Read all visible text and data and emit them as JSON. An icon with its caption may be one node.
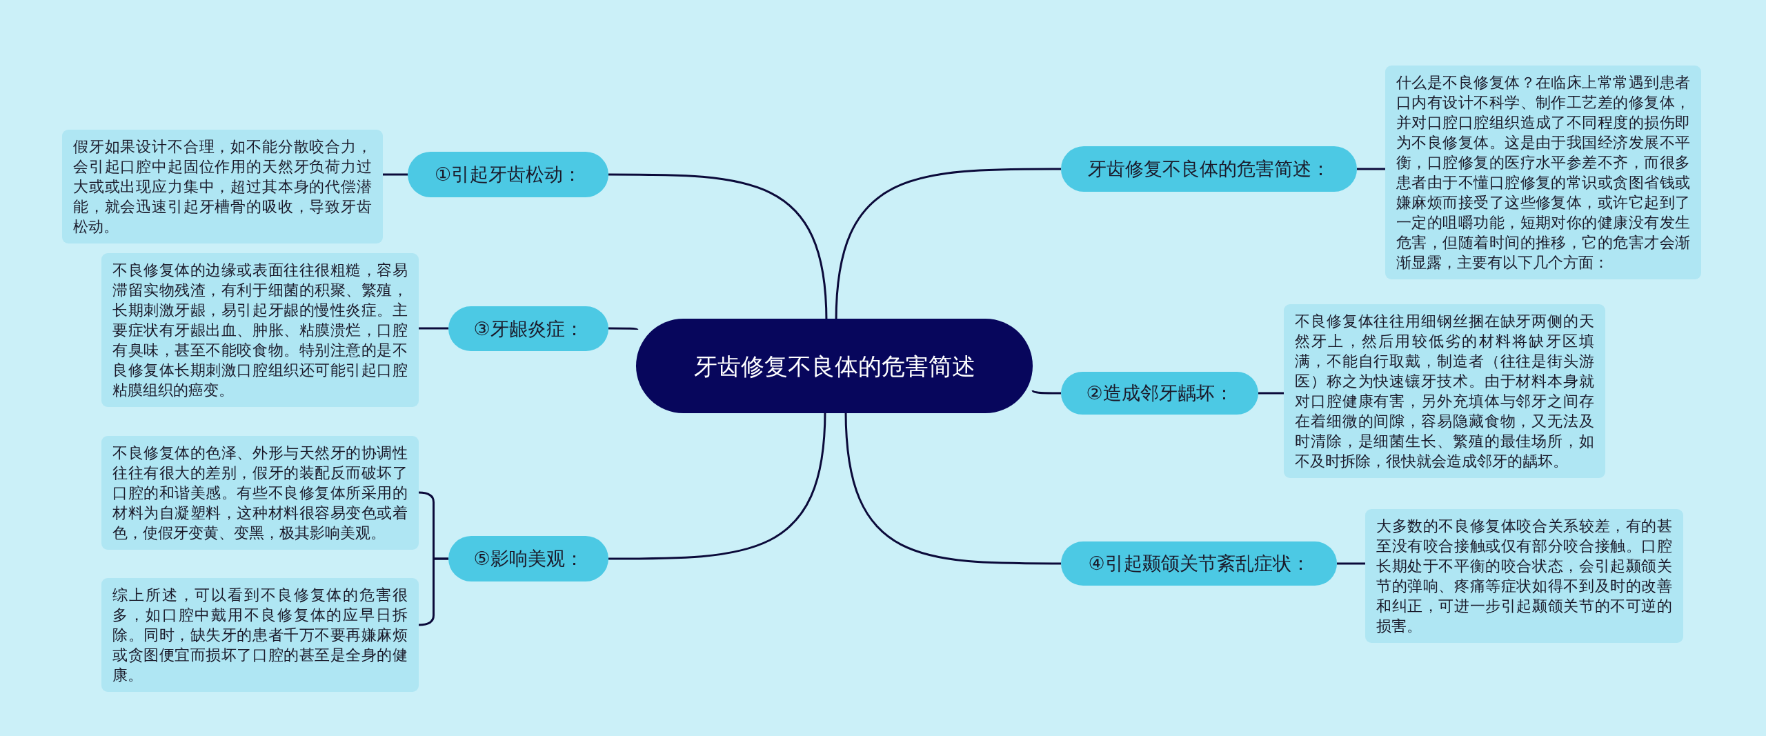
{
  "diagram": {
    "nodes": [
      {
        "text": [
          "牙齿修复不良体的危害简述"
        ]
      },
      {
        "text": [
          "牙齿修复不良体的危害简述："
        ]
      },
      {
        "text": [
          "什么是不良修复体？在临床上常常遇到患者口内有设计不科学、制作工艺差的修复体，并对口腔口腔组织造成了不同程度的损伤即为不良修复体。这是由于我国经济发展不平衡，口腔修复的医疗水平参差不齐，而很多患者由于不懂口腔修复的常识或贪图省钱或嫌麻烦而接受了这些修复体，或许它起到了一定的咀嚼功能，短期对你的健康没有发生危害，但随着时间的推移，它的危害才会渐渐显露，主要有以下几个方面："
        ]
      },
      {
        "text": [
          "②造成邻牙龋坏："
        ]
      },
      {
        "text": [
          "不良修复体往往用细钢丝捆在缺牙两侧的天然牙上，然后用较低劣的材料将缺牙区填满，不能自行取戴，制造者（往往是街头游医）称之为快速镶牙技术。由于材料本身就对口腔健康有害，另外充填体与邻牙之间存在着细微的间隙，容易隐藏食物，又无法及时清除，是细菌生长、繁殖的最佳场所，如不及时拆除，很快就会造成邻牙的龋坏。"
        ]
      },
      {
        "text": [
          "④引起颞颌关节紊乱症状："
        ]
      },
      {
        "text": [
          "大多数的不良修复体咬合关系较差，有的甚至没有咬合接触或仅有部分咬合接触。口腔长期处于不平衡的咬合状态，会引起颞颌关节的弹响、疼痛等症状如得不到及时的改善和纠正，可进一步引起颞颌关节的不可逆的损害。"
        ]
      },
      {
        "text": [
          "①引起牙齿松动："
        ]
      },
      {
        "text": [
          "假牙如果设计不合理，如不能分散咬合力，会引起口腔中起固位作用的天然牙负荷力过大或或出现应力集中，超过其本身的代偿潜能，就会迅速引起牙槽骨的吸收，导致牙齿松动。"
        ]
      },
      {
        "text": [
          "③牙龈炎症："
        ]
      },
      {
        "text": [
          "不良修复体的边缘或表面往往很粗糙，容易滞留实物残渣，有利于细菌的积聚、繁殖，长期刺激牙龈，易引起牙龈的慢性炎症。主要症状有牙龈出血、肿胀、粘膜溃烂，口腔有臭味，甚至不能咬食物。特别注意的是不良修复体长期刺激口腔组织还可能引起口腔粘膜组织的癌变。"
        ]
      },
      {
        "text": [
          "⑤影响美观："
        ]
      },
      {
        "text": [
          "不良修复体的色泽、外形与天然牙的协调性往往有很大的差别，假牙的装配反而破坏了口腔的和谐美感。有些不良修复体所采用的材料为自凝塑料，这种材料很容易变色或着色，使假牙变黄、变黑，极其影响美观。"
        ]
      },
      {
        "text": [
          "综上所述，可以看到不良修复体的危害很多，如口腔中戴用不良修复体的应早日拆除。同时，缺失牙的患者千万不要再嫌麻烦或贪图便宜而损坏了口腔的甚至是全身的健康。"
        ]
      }
    ],
    "edges": [
      {
        "from": 0,
        "to": 1,
        "arrow": "none"
      },
      {
        "from": 1,
        "to": 2,
        "arrow": "none"
      },
      {
        "from": 0,
        "to": 3,
        "arrow": "none"
      },
      {
        "from": 3,
        "to": 4,
        "arrow": "none"
      },
      {
        "from": 0,
        "to": 5,
        "arrow": "none"
      },
      {
        "from": 5,
        "to": 6,
        "arrow": "none"
      },
      {
        "from": 0,
        "to": 7,
        "arrow": "none"
      },
      {
        "from": 7,
        "to": 8,
        "arrow": "none"
      },
      {
        "from": 0,
        "to": 9,
        "arrow": "none"
      },
      {
        "from": 9,
        "to": 10,
        "arrow": "none"
      },
      {
        "from": 0,
        "to": 11,
        "arrow": "none"
      },
      {
        "from": 11,
        "to": 12,
        "arrow": "none"
      },
      {
        "from": 11,
        "to": 13,
        "arrow": "none"
      }
    ]
  }
}
